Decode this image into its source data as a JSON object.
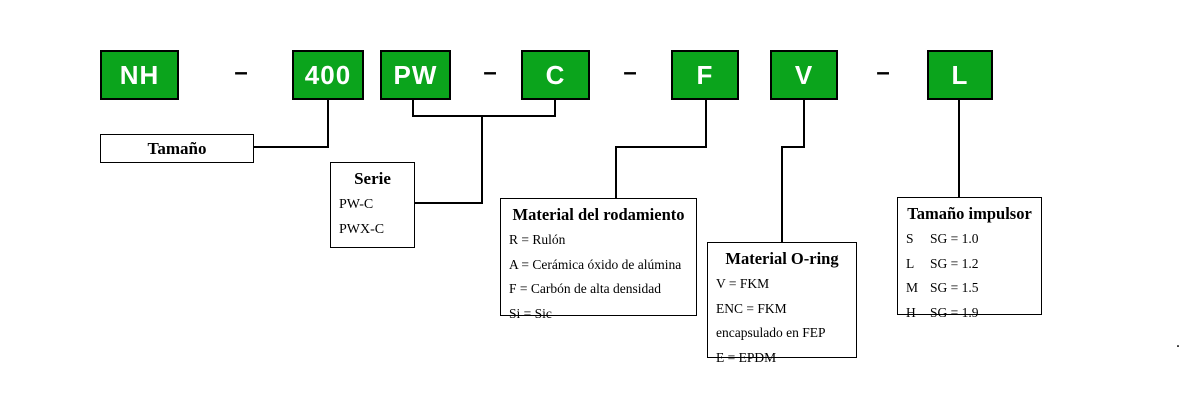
{
  "colors": {
    "code_box_green": "#0ba41c",
    "line_black": "#000000"
  },
  "code": {
    "separator": "–",
    "segments": [
      {
        "id": "nh",
        "label": "NH"
      },
      {
        "id": "400",
        "label": "400"
      },
      {
        "id": "pw",
        "label": "PW"
      },
      {
        "id": "c",
        "label": "C"
      },
      {
        "id": "f",
        "label": "F"
      },
      {
        "id": "v",
        "label": "V"
      },
      {
        "id": "l",
        "label": "L"
      }
    ]
  },
  "labels": {
    "tamano": {
      "title": "Tamaño"
    },
    "serie": {
      "title": "Serie",
      "items": [
        "PW-C",
        "PWX-C"
      ]
    },
    "rodamiento": {
      "title": "Material del rodamiento",
      "items": [
        "R = Rulón",
        "A = Cerámica óxido de alúmina",
        "F = Carbón de alta densidad",
        "Si = Sic"
      ]
    },
    "oring": {
      "title": "Material O-ring",
      "items": [
        "V = FKM",
        "ENC = FKM",
        "encapsulado en FEP",
        "E = EPDM"
      ]
    },
    "impulsor": {
      "title": "Tamaño impulsor",
      "items": [
        {
          "key": "S",
          "value": "SG = 1.0"
        },
        {
          "key": "L",
          "value": "SG = 1.2"
        },
        {
          "key": "M",
          "value": "SG = 1.5"
        },
        {
          "key": "H",
          "value": "SG = 1.9"
        }
      ]
    }
  },
  "stray_dot": "."
}
